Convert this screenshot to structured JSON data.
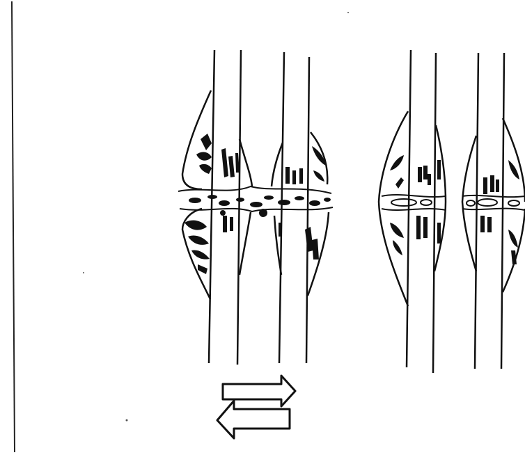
{
  "diagram": {
    "type": "line-drawing",
    "subject": "fracture-fragments-shear-compression",
    "panels": [
      {
        "name": "left-panel",
        "state": "sheared",
        "fragments": 4
      },
      {
        "name": "right-panel",
        "state": "healed-callus",
        "fragments": 4
      }
    ],
    "arrows": [
      {
        "name": "arrow-right",
        "direction": "right"
      },
      {
        "name": "arrow-left",
        "direction": "left"
      }
    ],
    "colors": {
      "ink": "#111111",
      "paper": "#ffffff",
      "border": "#222222"
    }
  }
}
